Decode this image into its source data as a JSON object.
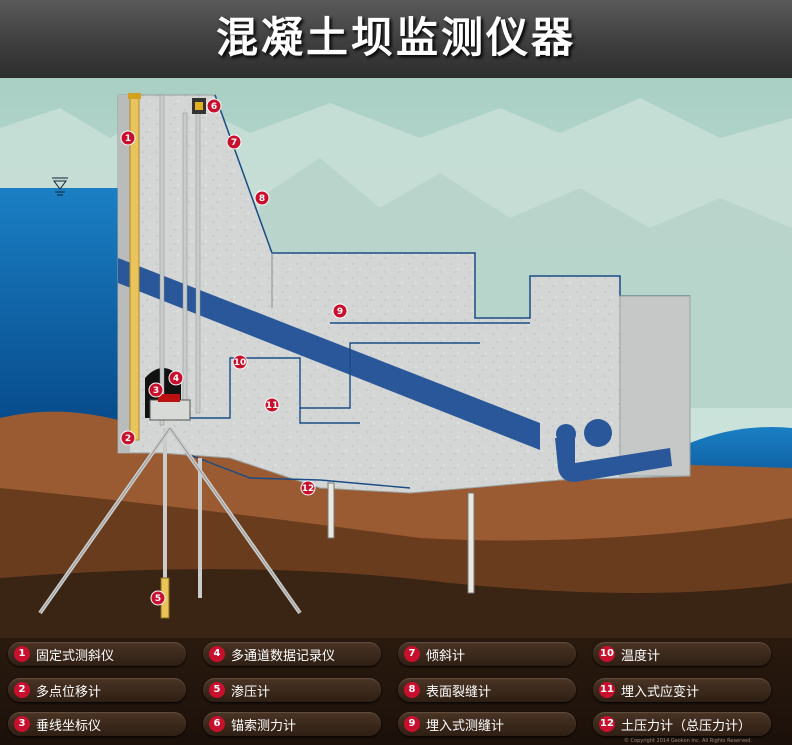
{
  "title": "混凝土坝监测仪器",
  "legend": [
    {
      "num": "1",
      "label": "固定式测斜仪"
    },
    {
      "num": "2",
      "label": "多点位移计"
    },
    {
      "num": "3",
      "label": "垂线坐标仪"
    },
    {
      "num": "4",
      "label": "多通道数据记录仪"
    },
    {
      "num": "5",
      "label": "渗压计"
    },
    {
      "num": "6",
      "label": "锚索测力计"
    },
    {
      "num": "7",
      "label": "倾斜计"
    },
    {
      "num": "8",
      "label": "表面裂缝计"
    },
    {
      "num": "9",
      "label": "埋入式测缝计"
    },
    {
      "num": "10",
      "label": "温度计"
    },
    {
      "num": "11",
      "label": "埋入式应变计"
    },
    {
      "num": "12",
      "label": "土压力计（总压力计）"
    }
  ],
  "callouts": [
    "1",
    "2",
    "3",
    "4",
    "5",
    "6",
    "7",
    "8",
    "9",
    "10",
    "11",
    "12"
  ],
  "copyright": "© Copyright 2014 Geokon Inc. All Rights Reserved.",
  "colors": {
    "water": "#0a5fa6",
    "concrete": "#d6d8d6",
    "gallery": "#2a579a",
    "marker": "#c8102e",
    "soil_top": "#9a5a32",
    "soil_mid": "#6a3c1e",
    "soil_deep": "#3a2414"
  },
  "icons": [
    "water-level-icon"
  ]
}
